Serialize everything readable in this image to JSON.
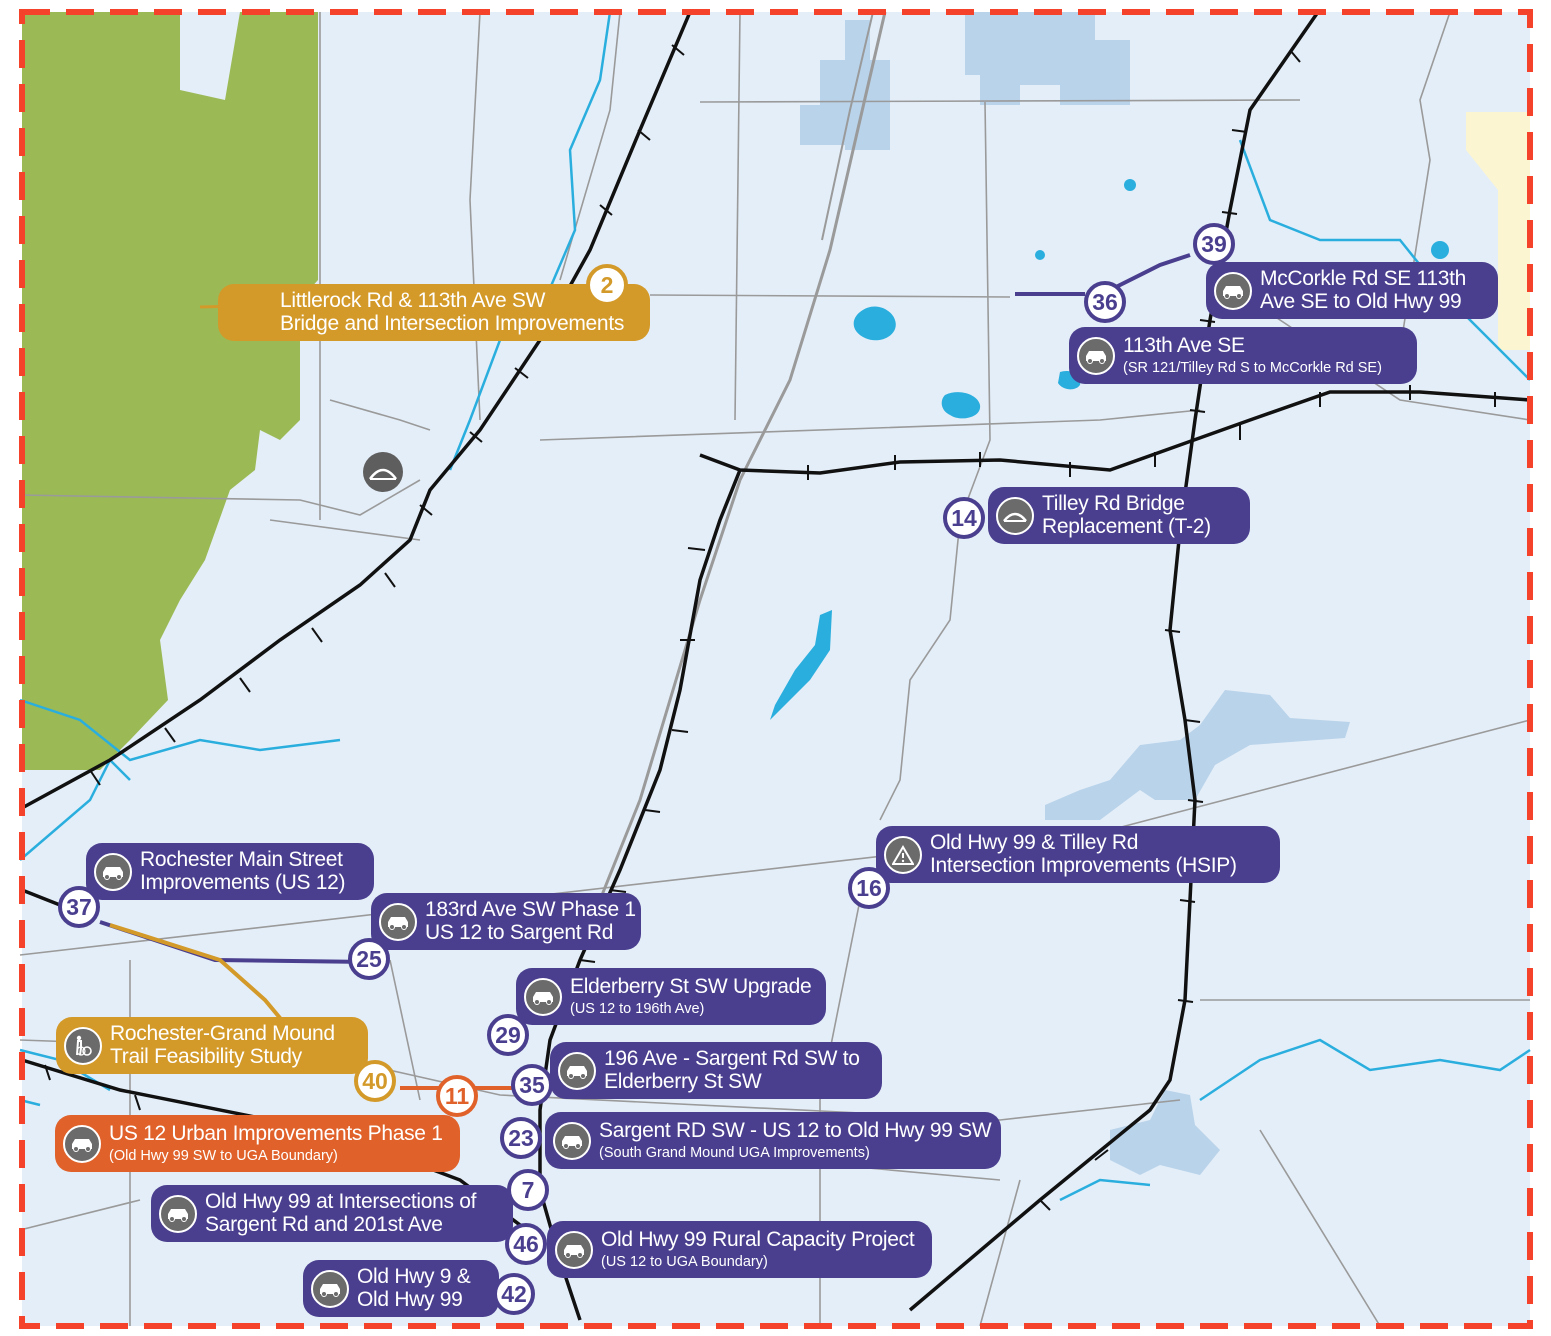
{
  "projects": [
    {
      "number": "2",
      "line1": "Littlerock Rd & 113th Ave SW",
      "line2": "Bridge and Intersection Improvements",
      "icon": "none",
      "color": "#d39a2a"
    },
    {
      "number": "39",
      "line1": "McCorkle Rd SE 113th",
      "line2": "Ave SE to Old Hwy 99",
      "icon": "car-icon",
      "color": "#4a3f8f"
    },
    {
      "number": "36",
      "line1": "113th Ave SE",
      "line2": "(SR 121/Tilley Rd S to McCorkle Rd SE)",
      "icon": "car-icon",
      "color": "#4a3f8f"
    },
    {
      "number": "14",
      "line1": "Tilley Rd Bridge",
      "line2": "Replacement (T-2)",
      "icon": "bridge-icon",
      "color": "#4a3f8f"
    },
    {
      "number": "16",
      "line1": "Old Hwy 99 & Tilley Rd",
      "line2": "Intersection Improvements (HSIP)",
      "icon": "warning-icon",
      "color": "#4a3f8f"
    },
    {
      "number": "37",
      "line1": "Rochester Main Street",
      "line2": "Improvements (US 12)",
      "icon": "car-icon",
      "color": "#4a3f8f"
    },
    {
      "number": "25",
      "line1": "183rd Ave SW Phase 1",
      "line2": "US 12 to Sargent Rd",
      "icon": "car-icon",
      "color": "#4a3f8f"
    },
    {
      "number": "29",
      "line1": "Elderberry St SW Upgrade",
      "line2": "(US 12 to 196th Ave)",
      "icon": "car-icon",
      "color": "#4a3f8f"
    },
    {
      "number": "40",
      "line1": "Rochester-Grand Mound",
      "line2": "Trail Feasibility Study",
      "icon": "pedestrian-bike-icon",
      "color": "#d39a2a"
    },
    {
      "number": "35",
      "line1": "196 Ave - Sargent Rd SW to",
      "line2": "Elderberry St SW",
      "icon": "car-icon",
      "color": "#4a3f8f"
    },
    {
      "number": "11",
      "line1": "US 12 Urban Improvements Phase 1",
      "line2": "(Old Hwy 99 SW to UGA Boundary)",
      "icon": "car-icon",
      "color": "#e0622a"
    },
    {
      "number": "23",
      "line1": "Sargent RD SW - US 12 to Old Hwy 99 SW",
      "line2": "(South Grand Mound UGA Improvements)",
      "icon": "car-icon",
      "color": "#4a3f8f"
    },
    {
      "number": "7",
      "line1": "Old Hwy 99 at Intersections of",
      "line2": "Sargent Rd and 201st Ave",
      "icon": "car-icon",
      "color": "#4a3f8f"
    },
    {
      "number": "46",
      "line1": "Old Hwy 99 Rural Capacity Project",
      "line2": "(US 12 to UGA Boundary)",
      "icon": "car-icon",
      "color": "#4a3f8f"
    },
    {
      "number": "42",
      "line1": "Old Hwy 9 &",
      "line2": "Old Hwy 99",
      "icon": "car-icon",
      "color": "#4a3f8f"
    }
  ],
  "colors": {
    "land": "#e4eef8",
    "forest": "#9bba55",
    "urban": "#b9d3ea",
    "water": "#2aaede",
    "road": "#9a9a9a",
    "railroad": "#111111",
    "boundary": "#f4432a",
    "tan": "#fbf5d2",
    "purple": "#4a3f8f",
    "gold": "#d39a2a",
    "orange": "#e0622a"
  }
}
